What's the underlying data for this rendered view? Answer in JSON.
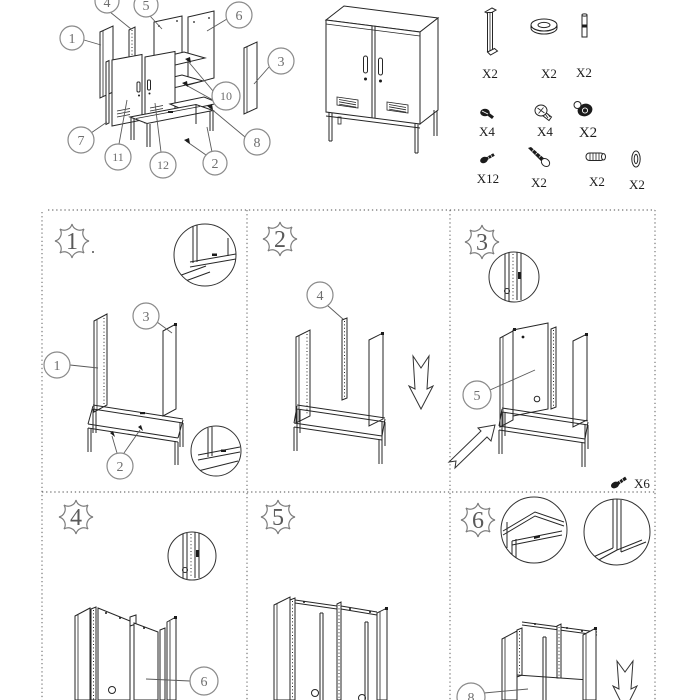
{
  "document_type": "furniture-assembly-instructions",
  "colors": {
    "ink": "#262626",
    "callout_gray": "#8a8a8a",
    "badge_gray": "#7d7d7d",
    "background": "#ffffff"
  },
  "exploded_callouts": [
    "1",
    "2",
    "3",
    "4",
    "5",
    "6",
    "7",
    "8",
    "10",
    "11",
    "12"
  ],
  "hardware_items": [
    {
      "icon": "handle-icon",
      "qty": "X2"
    },
    {
      "icon": "washer-icon",
      "qty": "X2"
    },
    {
      "icon": "pin-icon",
      "qty": "X2"
    },
    {
      "icon": "flat-screw-icon",
      "qty": "X4"
    },
    {
      "icon": "pan-screw-icon",
      "qty": "X4"
    },
    {
      "icon": "cam-lock-icon",
      "qty": "X2"
    },
    {
      "icon": "small-screw-icon",
      "qty": "X12"
    },
    {
      "icon": "bolt-icon",
      "qty": "X2"
    },
    {
      "icon": "anchor-icon",
      "qty": "X2"
    },
    {
      "icon": "ring-icon",
      "qty": "X2"
    }
  ],
  "steps": [
    {
      "num": "1",
      "callouts": [
        "1",
        "3",
        "2"
      ]
    },
    {
      "num": "2",
      "callouts": [
        "4"
      ]
    },
    {
      "num": "3",
      "callouts": [
        "5"
      ],
      "note": "X6"
    },
    {
      "num": "4",
      "callouts": [
        "6"
      ]
    },
    {
      "num": "5",
      "callouts": []
    },
    {
      "num": "6",
      "callouts": [
        "8"
      ]
    }
  ]
}
